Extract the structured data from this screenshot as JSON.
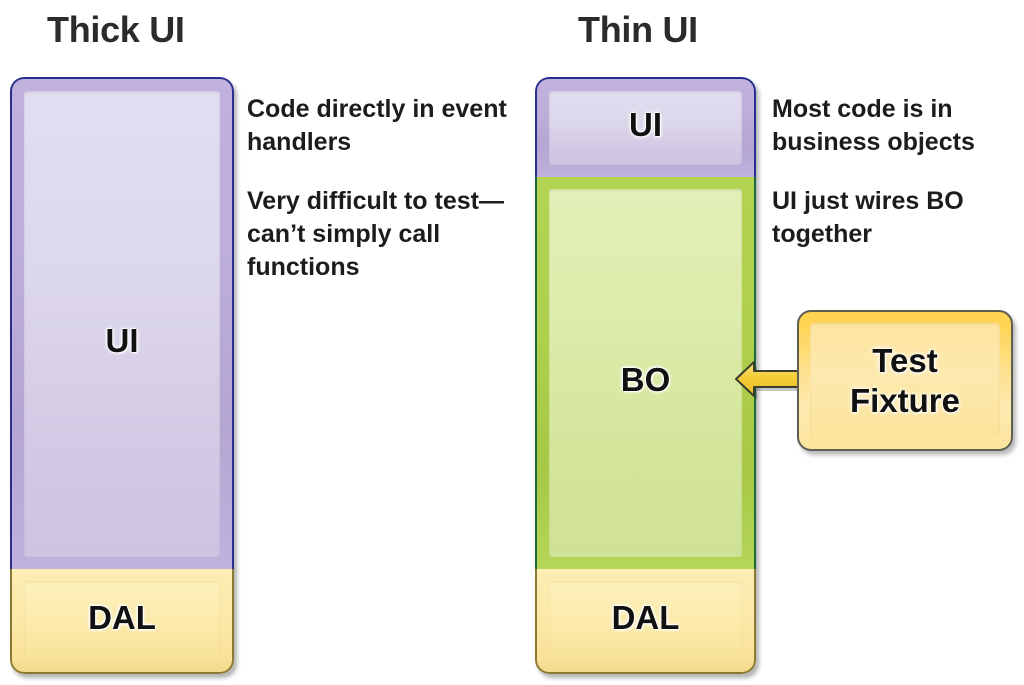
{
  "diagram": {
    "type": "architecture-comparison",
    "background": "#ffffff",
    "columns": [
      {
        "id": "thick-ui",
        "title": "Thick UI",
        "layers": [
          {
            "name": "UI",
            "label": "UI",
            "color": "#b8aad4",
            "inner_color": "#ddd7ec",
            "border_color": "#2a2f8f",
            "height_fraction": 0.826
          },
          {
            "name": "DAL",
            "label": "DAL",
            "color": "#fce9a8",
            "inner_color": "#fcebab",
            "border_color": "#8a7a33",
            "height_fraction": 0.174
          }
        ],
        "notes": [
          "Code directly in event handlers",
          "Very difficult to test—can’t simply call functions"
        ]
      },
      {
        "id": "thin-ui",
        "title": "Thin UI",
        "layers": [
          {
            "name": "UI",
            "label": "UI",
            "color": "#b8aad4",
            "inner_color": "#ddd7ec",
            "border_color": "#2a2f8f",
            "height_fraction": 0.168
          },
          {
            "name": "BO",
            "label": "BO",
            "color": "#aad04a",
            "inner_color": "#dcecaa",
            "border_color": "#1b6b3a",
            "height_fraction": 0.658
          },
          {
            "name": "DAL",
            "label": "DAL",
            "color": "#fce9a8",
            "inner_color": "#fcebab",
            "border_color": "#8a7a33",
            "height_fraction": 0.174
          }
        ],
        "notes": [
          "Most code is in business objects",
          "UI just wires BO together"
        ]
      }
    ],
    "callout": {
      "label_line1": "Test",
      "label_line2": "Fixture",
      "fill_color": "#fde9ae",
      "border_color": "#5e5e52",
      "arrow": {
        "name": "left-arrow",
        "direction": "left",
        "target_layer": "BO",
        "fill_color": "#f5cd36",
        "stroke_color": "#3d3d2f"
      }
    }
  }
}
